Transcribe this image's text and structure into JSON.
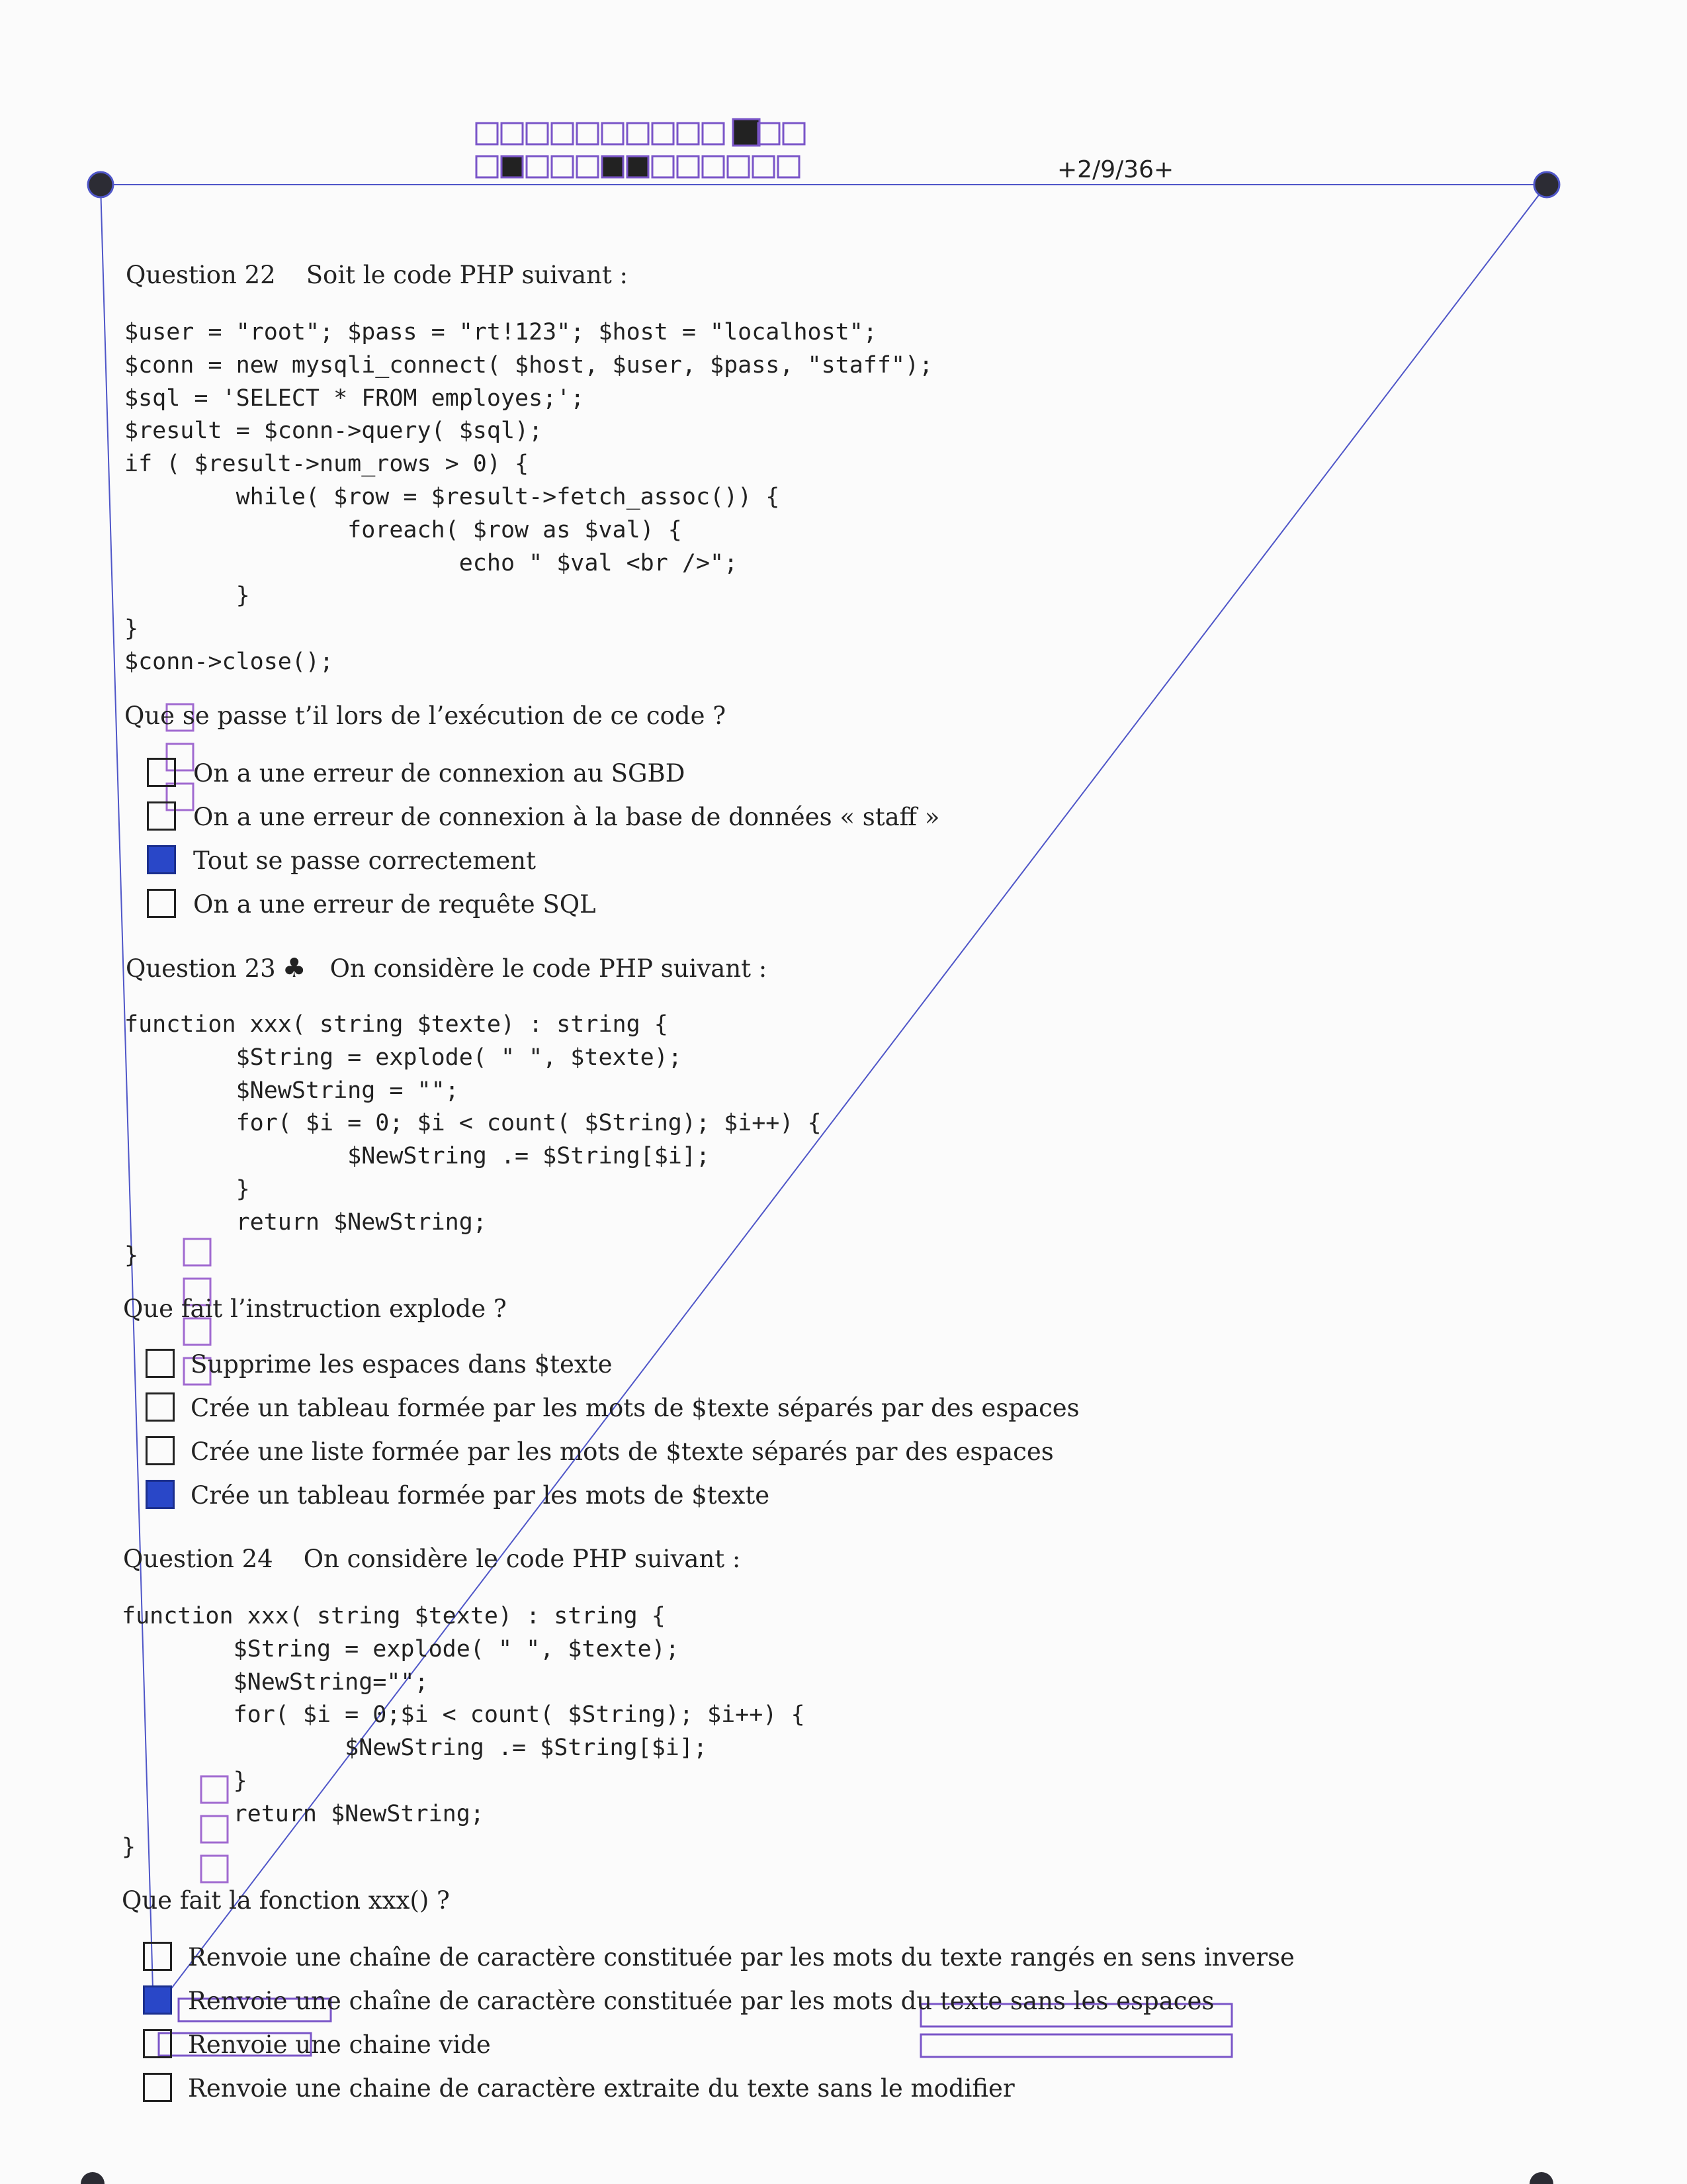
{
  "header": {
    "copy_id": "+2/9/36+"
  },
  "questions": [
    {
      "title": "Question 22",
      "club": false,
      "prompt": "Soit le code PHP suivant :",
      "code": "$user = \"root\"; $pass = \"rt!123\"; $host = \"localhost\";\n$conn = new mysqli_connect( $host, $user, $pass, \"staff\");\n$sql = 'SELECT * FROM employes;';\n$result = $conn->query( $sql);\nif ( $result->num_rows > 0) {\n        while( $row = $result->fetch_assoc()) {\n                foreach( $row as $val) {\n                        echo \" $val <br />\";\n        }\n}\n$conn->close();",
      "question": "Que se passe t’il lors de l’exécution de ce code ?",
      "answers": [
        {
          "label": "On a une erreur de connexion au SGBD",
          "checked": false
        },
        {
          "label": "On a une erreur de connexion à la base de données « staff »",
          "checked": false
        },
        {
          "label": "Tout se passe correctement",
          "checked": true
        },
        {
          "label": "On a une erreur de requête SQL",
          "checked": false
        }
      ]
    },
    {
      "title": "Question 23",
      "club": true,
      "club_symbol": "♣",
      "prompt": "On considère le code PHP suivant :",
      "code": "function xxx( string $texte) : string {\n        $String = explode( \" \", $texte);\n        $NewString = \"\";\n        for( $i = 0; $i < count( $String); $i++) {\n                $NewString .= $String[$i];\n        }\n        return $NewString;\n}",
      "question": "Que fait l’instruction explode ?",
      "answers": [
        {
          "label": "Supprime les espaces dans $texte",
          "checked": false
        },
        {
          "label": "Crée un tableau formée par les mots de $texte séparés par des espaces",
          "checked": false
        },
        {
          "label": "Crée une liste formée par les mots de $texte séparés par des espaces",
          "checked": false
        },
        {
          "label": "Crée un tableau formée par les mots de $texte",
          "checked": true
        }
      ]
    },
    {
      "title": "Question 24",
      "club": false,
      "prompt": "On considère le code PHP suivant :",
      "code": "function xxx( string $texte) : string {\n        $String = explode( \" \", $texte);\n        $NewString=\"\";\n        for( $i = 0;$i < count( $String); $i++) {\n                $NewString .= $String[$i];\n        }\n        return $NewString;\n}",
      "question": "Que fait la fonction xxx() ?",
      "answers": [
        {
          "label": "Renvoie une chaîne de caractère constituée par les mots du texte rangés en sens inverse",
          "checked": false
        },
        {
          "label": "Renvoie une chaîne de caractère constituée par les mots du texte sans les espaces",
          "checked": true
        },
        {
          "label": "Renvoie une chaine vide",
          "checked": false
        },
        {
          "label": "Renvoie une chaine de caractère extraite du texte sans le modifier",
          "checked": false
        }
      ]
    }
  ]
}
